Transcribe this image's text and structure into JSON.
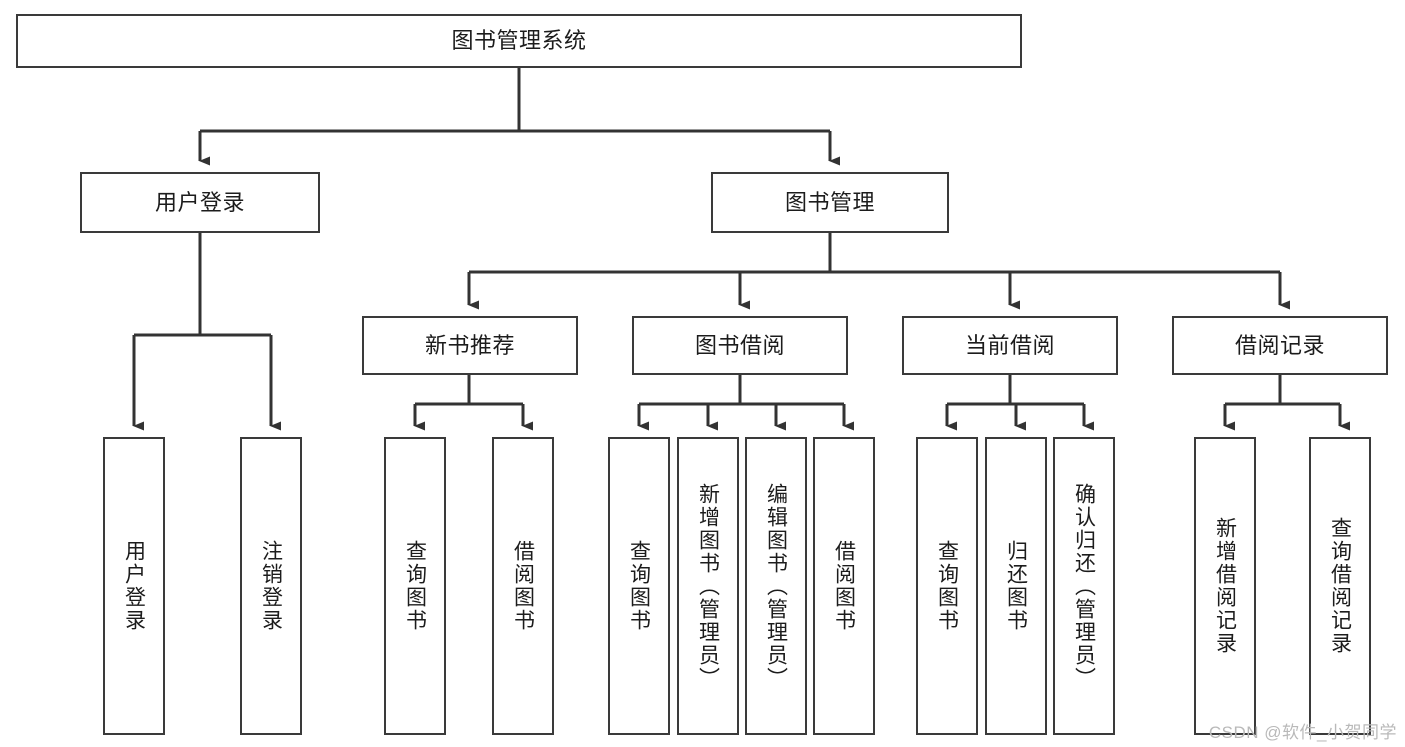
{
  "diagram": {
    "title": "图书管理系统",
    "watermark": "CSDN @软件_小贺同学",
    "colors": {
      "box_border": "#3a3a3a",
      "box_fill": "#ffffff",
      "connector": "#333333",
      "text": "#1c1c1c",
      "watermark": "#b9b9b9"
    },
    "levels": {
      "root": "图书管理系统",
      "level2": [
        "用户登录",
        "图书管理"
      ],
      "level3": [
        "新书推荐",
        "图书借阅",
        "当前借阅",
        "借阅记录"
      ]
    },
    "nodes": {
      "root": {
        "label": "图书管理系统"
      },
      "user_login": {
        "label": "用户登录"
      },
      "book_manage": {
        "label": "图书管理"
      },
      "new_book_rec": {
        "label": "新书推荐"
      },
      "book_borrow": {
        "label": "图书借阅"
      },
      "current_borrow": {
        "label": "当前借阅"
      },
      "borrow_record": {
        "label": "借阅记录"
      },
      "leaf_user_login": {
        "label": "用户登录"
      },
      "leaf_logout": {
        "label": "注销登录"
      },
      "leaf_query_book_1": {
        "label": "查询图书"
      },
      "leaf_borrow_book_1": {
        "label": "借阅图书"
      },
      "leaf_query_book_2": {
        "label": "查询图书"
      },
      "leaf_add_book": {
        "label": "新增图书（管理员）"
      },
      "leaf_edit_book": {
        "label": "编辑图书（管理员）"
      },
      "leaf_borrow_book_2": {
        "label": "借阅图书"
      },
      "leaf_query_book_3": {
        "label": "查询图书"
      },
      "leaf_return_book": {
        "label": "归还图书"
      },
      "leaf_confirm_return": {
        "label": "确认归还（管理员）"
      },
      "leaf_add_record": {
        "label": "新增借阅记录"
      },
      "leaf_query_record": {
        "label": "查询借阅记录"
      }
    },
    "tree": {
      "图书管理系统": {
        "用户登录": [
          "用户登录",
          "注销登录"
        ],
        "图书管理": {
          "新书推荐": [
            "查询图书",
            "借阅图书"
          ],
          "图书借阅": [
            "查询图书",
            "新增图书（管理员）",
            "编辑图书（管理员）",
            "借阅图书"
          ],
          "当前借阅": [
            "查询图书",
            "归还图书",
            "确认归还（管理员）"
          ],
          "借阅记录": [
            "新增借阅记录",
            "查询借阅记录"
          ]
        }
      }
    }
  }
}
